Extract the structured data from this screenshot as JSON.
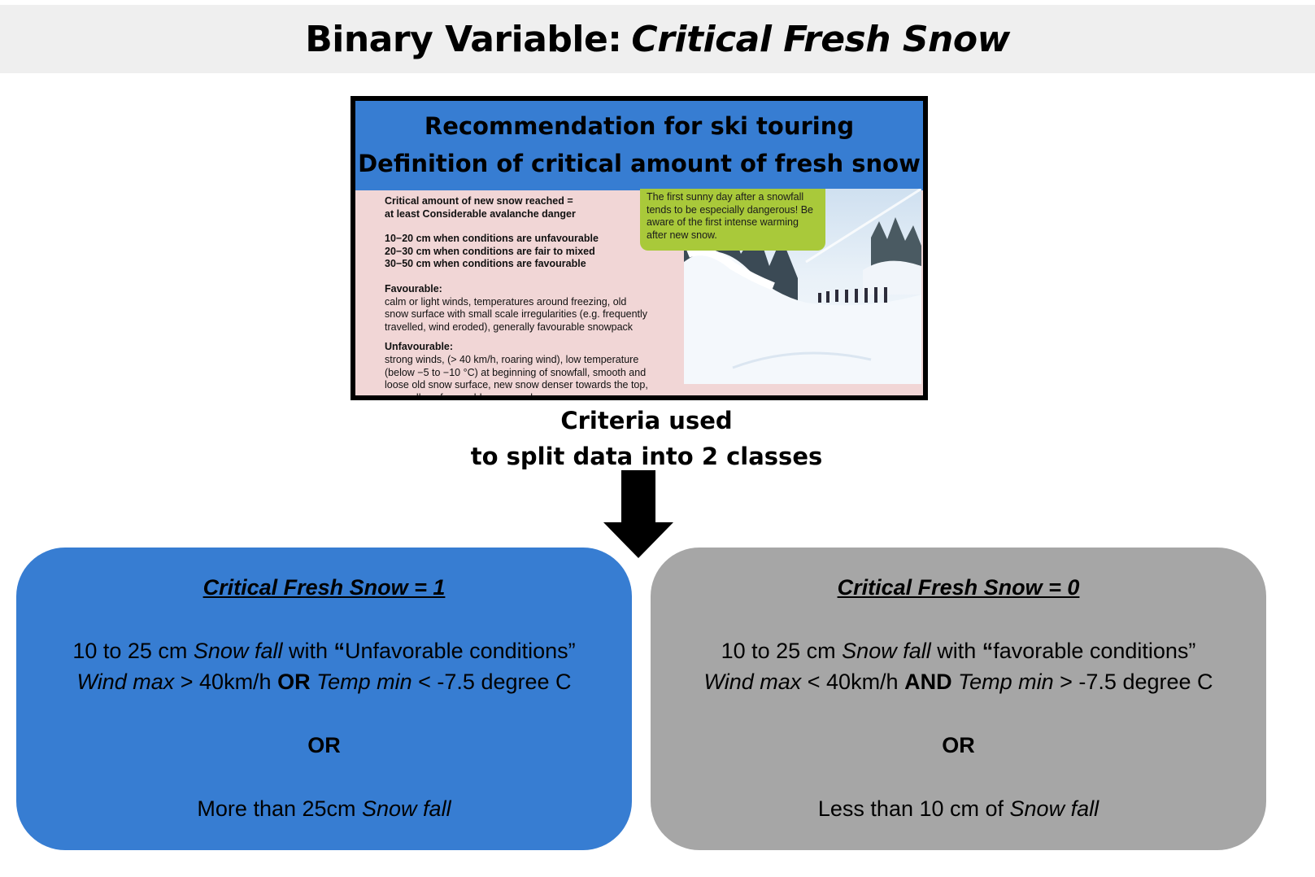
{
  "title": {
    "prefix": "Binary Variable:",
    "italic": "Critical Fresh Snow"
  },
  "card": {
    "header_line1": "Recommendation for ski touring",
    "header_line2": "Definition of critical amount of fresh snow",
    "text": {
      "l1": "Critical amount of new snow reached =",
      "l2": "at least Considerable avalanche danger",
      "l3": "10−20 cm when conditions are unfavourable",
      "l4": "20−30 cm when conditions are fair to mixed",
      "l5": "30−50 cm when conditions are favourable",
      "fav_head": "Favourable:",
      "fav1": "calm or light winds, temperatures around freezing, old",
      "fav2": "snow surface with small scale irregularities (e.g. frequently",
      "fav3": "travelled, wind eroded), generally favourable snowpack",
      "unfav_head": "Unfavourable:",
      "unfav1": "strong winds, (> 40 km/h, roaring wind), low temperature",
      "unfav2": "(below −5 to −10 °C) at beginning of snowfall, smooth and",
      "unfav3": "loose old snow surface, new snow denser towards the top,",
      "unfav4": "generally unfavourable snowpack"
    },
    "note": {
      "l1": "The first sunny day after a snowfall",
      "l2": "tends to be especially dangerous! Be",
      "l3": "aware of the first intense warming",
      "l4": "after new snow."
    }
  },
  "caption": {
    "line1": "Criteria used",
    "line2": "to split data into 2 classes"
  },
  "box1": {
    "heading": "Critical Fresh Snow = 1",
    "l1_a": "10 to 25 cm ",
    "l1_b": "Snow fall",
    "l1_c": " with ",
    "l1_d": "“",
    "l1_e": "Unfavorable conditions”",
    "l2_a": "Wind max",
    "l2_b": " > 40km/h ",
    "l2_c": "OR",
    "l2_d": " ",
    "l2_e": "Temp min",
    "l2_f": " < -7.5 degree C",
    "or": "OR",
    "l3_a": "More than 25cm ",
    "l3_b": "Snow fall"
  },
  "box0": {
    "heading": "Critical Fresh Snow = 0",
    "l1_a": "10 to 25 cm ",
    "l1_b": "Snow fall",
    "l1_c": " with ",
    "l1_d": "“",
    "l1_e": "favorable conditions”",
    "l2_a": "Wind max",
    "l2_b": " < 40km/h ",
    "l2_c": "AND",
    "l2_d": " ",
    "l2_e": "Temp min",
    "l2_f": " > -7.5 degree C",
    "or": "OR",
    "l3_a": "Less than 10 cm of ",
    "l3_b": "Snow fall"
  },
  "colors": {
    "blue": "#377dd2",
    "grey": "#a6a6a6",
    "note_green": "#a9c93a",
    "card_pink": "#f1d6d6"
  }
}
